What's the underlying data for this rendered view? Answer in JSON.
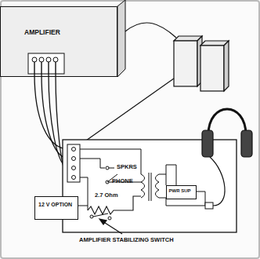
{
  "diagram": {
    "nodes": [
      {
        "text": [
          "AMPLIFIER"
        ]
      },
      {
        "text": [
          "PWR SUP"
        ]
      },
      {
        "text": [
          "12 V OPTION"
        ]
      }
    ],
    "labels": [
      "SPKRS",
      "PHONE",
      "2.7 Ohm",
      "AMPLIFIER STABILIZING SWITCH"
    ]
  }
}
